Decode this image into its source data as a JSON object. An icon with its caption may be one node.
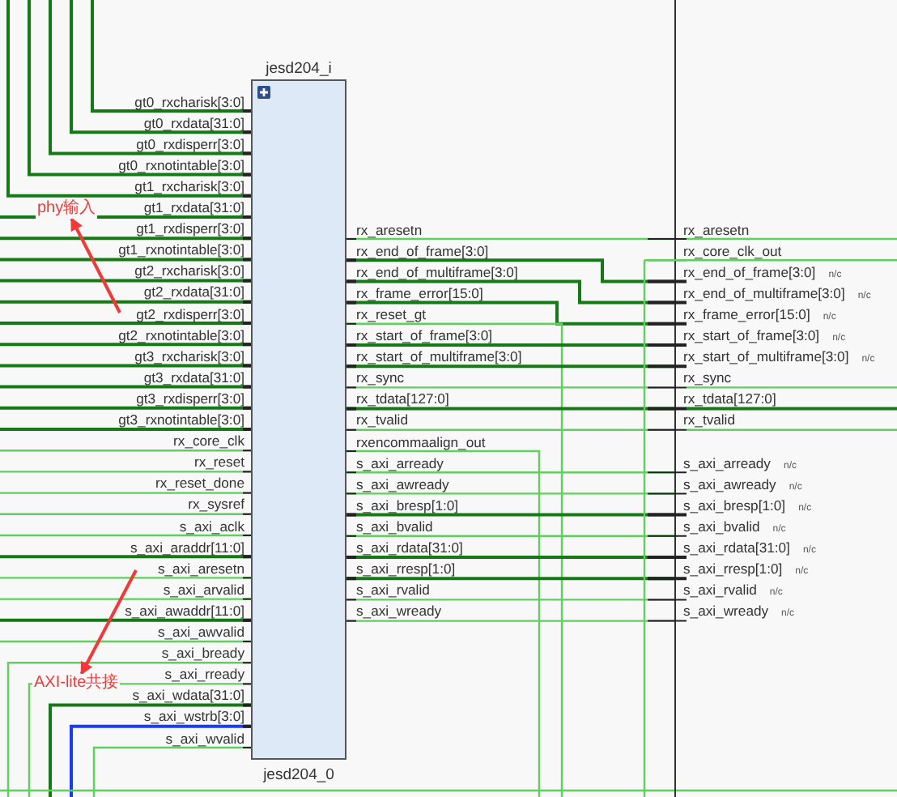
{
  "diagram": {
    "nodes": [
      {
        "text": [
          "jesd204_i",
          "jesd204_0"
        ]
      },
      {
        "text": [
          "phy输入"
        ]
      },
      {
        "text": [
          "AXI-lite共接"
        ]
      }
    ],
    "edges": [
      {
        "from": null,
        "to": 1,
        "arrow": "to"
      },
      {
        "from": null,
        "to": 2,
        "arrow": "to"
      }
    ],
    "labels": [
      "gt0_rxcharisk[3:0]",
      "gt0_rxdata[31:0]",
      "gt0_rxdisperr[3:0]",
      "gt0_rxnotintable[3:0]",
      "gt1_rxcharisk[3:0]",
      "gt1_rxdata[31:0]",
      "gt1_rxdisperr[3:0]",
      "gt1_rxnotintable[3:0]",
      "gt2_rxcharisk[3:0]",
      "gt2_rxdata[31:0]",
      "gt2_rxdisperr[3:0]",
      "gt2_rxnotintable[3:0]",
      "gt3_rxcharisk[3:0]",
      "gt3_rxdata[31:0]",
      "gt3_rxdisperr[3:0]",
      "gt3_rxnotintable[3:0]",
      "rx_core_clk",
      "rx_reset",
      "rx_reset_done",
      "rx_sysref",
      "s_axi_aclk",
      "s_axi_araddr[11:0]",
      "s_axi_aresetn",
      "s_axi_arvalid",
      "s_axi_awaddr[11:0]",
      "s_axi_awvalid",
      "s_axi_bready",
      "s_axi_rready",
      "s_axi_wdata[31:0]",
      "s_axi_wstrb[3:0]",
      "s_axi_wvalid",
      "rx_aresetn",
      "rx_end_of_frame[3:0]",
      "rx_end_of_multiframe[3:0]",
      "rx_frame_error[15:0]",
      "rx_reset_gt",
      "rx_start_of_frame[3:0]",
      "rx_start_of_multiframe[3:0]",
      "rx_sync",
      "rx_tdata[127:0]",
      "rx_tvalid",
      "rxencommaalign_out",
      "s_axi_arready",
      "s_axi_awready",
      "s_axi_bresp[1:0]",
      "s_axi_bvalid",
      "s_axi_rdata[31:0]",
      "s_axi_rresp[1:0]",
      "s_axi_rvalid",
      "s_axi_wready",
      "rx_aresetn",
      "rx_core_clk_out",
      "rx_end_of_frame[3:0]",
      "n/c",
      "rx_end_of_multiframe[3:0]",
      "n/c",
      "rx_frame_error[15:0]",
      "n/c",
      "rx_start_of_frame[3:0]",
      "n/c",
      "rx_start_of_multiframe[3:0]",
      "n/c",
      "rx_sync",
      "rx_tdata[127:0]",
      "rx_tvalid",
      "s_axi_arready",
      "n/c",
      "s_axi_awready",
      "n/c",
      "s_axi_bresp[1:0]",
      "n/c",
      "s_axi_bvalid",
      "n/c",
      "s_axi_rdata[31:0]",
      "n/c",
      "s_axi_rresp[1:0]",
      "n/c",
      "s_axi_rvalid",
      "n/c",
      "s_axi_wready",
      "n/c"
    ]
  }
}
